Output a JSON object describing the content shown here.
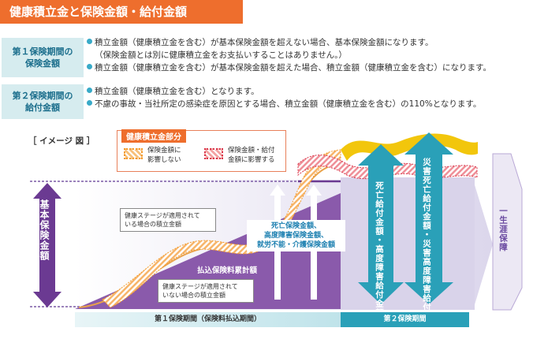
{
  "title": "健康積立金と保険金額・給付金額",
  "term1": {
    "label_line1": "第１保険期間の",
    "label_line2": "保険金額",
    "bullet1": "積立金額（健康積立金を含む）が基本保険金額を超えない場合、基本保険金額になります。",
    "bullet1_note": "（保険金額とは別に健康積立金をお支払いすることはありません。）",
    "bullet2": "積立金額（健康積立金を含む）が基本保険金額を超えた場合、積立金額（健康積立金を含む）になります。"
  },
  "term2": {
    "label_line1": "第２保険期間の",
    "label_line2": "給付金額",
    "bullet1": "積立金額（健康積立金を含む）となります。",
    "bullet2": "不慮の事故・当社所定の感染症を原因とする場合、積立金額（健康積立金を含む）の110%となります。"
  },
  "diagram": {
    "image_label": "［ イメージ 図 ］",
    "legend": {
      "title": "健康積立金部分",
      "item1_line1": "保険金額に",
      "item1_line2": "影響しない",
      "item2_line1": "保険金額・給付",
      "item2_line2": "金額に影響する"
    },
    "base_amount": "基本保険金額",
    "callout_applied_line1": "健康ステージが適用されて",
    "callout_applied_line2": "いる場合の積立金額",
    "callout_not_applied_line1": "健康ステージが適用されて",
    "callout_not_applied_line2": "いない場合の積立金額",
    "premium_total": "払込保険料累計額",
    "death_benefit_line1": "死亡保険金額、",
    "death_benefit_line2": "高度障害保険金額、",
    "death_benefit_line3": "就労不能・介護保険金額",
    "death_benefit_2": "死亡給付金額・高度障害給付金額",
    "disaster_benefit": "災害死亡給付金額・災害高度障害給付金額",
    "lifetime": "一生涯保障",
    "period1": "第１保険期間（保険料払込期間）",
    "period2": "第２保険期間"
  },
  "colors": {
    "accent_orange": "#ee6e2d",
    "teal": "#2aa0b8",
    "purple": "#6b3a92",
    "light_purple": "#d9d3ea"
  }
}
